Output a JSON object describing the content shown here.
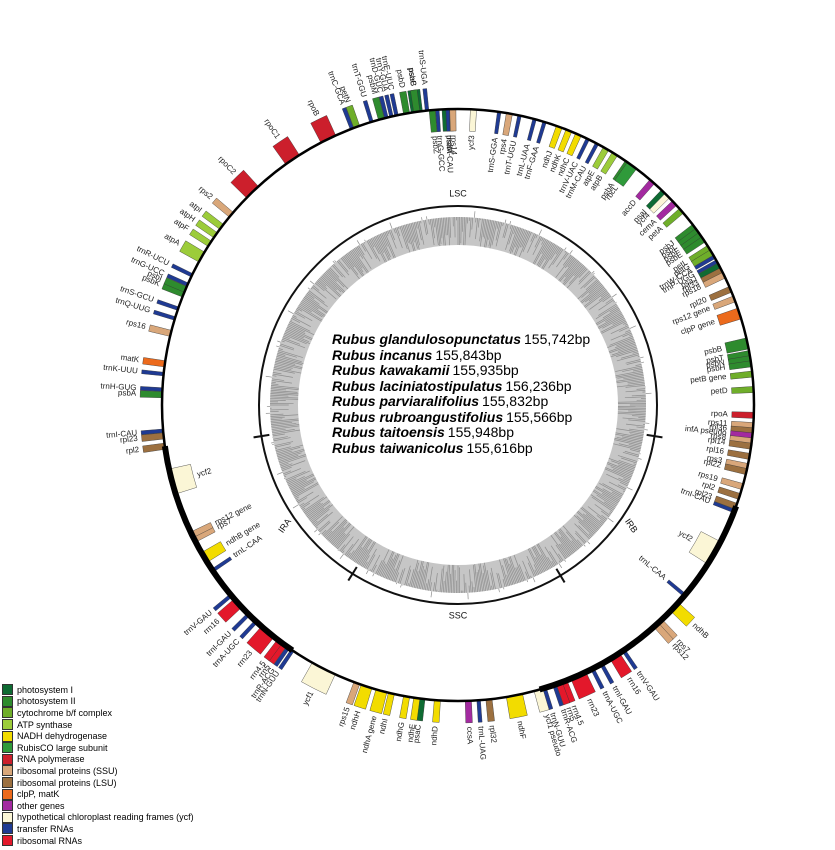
{
  "regions": {
    "lsc": "LSC",
    "ssc": "SSC",
    "ira": "IRA",
    "irb": "IRB"
  },
  "species": [
    {
      "name": "Rubus glandulosopunctatus",
      "size": "155,742bp"
    },
    {
      "name": "Rubus incanus",
      "size": "155,843bp"
    },
    {
      "name": "Rubus kawakamii",
      "size": "155,935bp"
    },
    {
      "name": "Rubus laciniatostipulatus",
      "size": "156,236bp"
    },
    {
      "name": "Rubus parviaralifolius",
      "size": "155,832bp"
    },
    {
      "name": "Rubus rubroangustifolius",
      "size": "155,566bp"
    },
    {
      "name": "Rubus taitoensis",
      "size": "155,948bp"
    },
    {
      "name": "Rubus taiwanicolus",
      "size": "155,616bp"
    }
  ],
  "legend": [
    {
      "label": "photosystem I",
      "color": "#0e6b33"
    },
    {
      "label": "photosystem II",
      "color": "#2e8b2e"
    },
    {
      "label": "cytochrome b/f complex",
      "color": "#6fae2a"
    },
    {
      "label": "ATP synthase",
      "color": "#9ccc3a"
    },
    {
      "label": "NADH dehydrogenase",
      "color": "#f2dc00"
    },
    {
      "label": "RubisCO large subunit",
      "color": "#2f9a3a"
    },
    {
      "label": "RNA polymerase",
      "color": "#cc1f2c"
    },
    {
      "label": "ribosomal proteins (SSU)",
      "color": "#d9a77a"
    },
    {
      "label": "ribosomal proteins (LSU)",
      "color": "#9c7040"
    },
    {
      "label": "clpP, matK",
      "color": "#ec6a1c"
    },
    {
      "label": "other genes",
      "color": "#a32aa0"
    },
    {
      "label": "hypothetical chloroplast reading frames (ycf)",
      "color": "#fbf6d6"
    },
    {
      "label": "transfer RNAs",
      "color": "#1f3a93"
    },
    {
      "label": "ribosomal RNAs",
      "color": "#e3182b"
    }
  ],
  "genes": [
    {
      "name": "psbA",
      "a": 35,
      "c": "#2e8b2e"
    },
    {
      "name": "psaB",
      "a": -8,
      "c": "#0e6b33"
    },
    {
      "name": "psaA",
      "a": -2,
      "c": "#0e6b33"
    },
    {
      "name": "ycf3",
      "a": 3,
      "c": "#fbf6d6"
    },
    {
      "name": "trnS-GGA",
      "a": 8,
      "c": "#1f3a93"
    },
    {
      "name": "rps4",
      "a": 10,
      "c": "#d9a77a"
    },
    {
      "name": "trnT-UGU",
      "a": 12,
      "c": "#1f3a93"
    },
    {
      "name": "trnL-UAA",
      "a": 15,
      "c": "#1f3a93"
    },
    {
      "name": "trnF-GAA",
      "a": 17,
      "c": "#1f3a93"
    },
    {
      "name": "ndhJ",
      "a": 20,
      "c": "#f2dc00"
    },
    {
      "name": "ndhK",
      "a": 22,
      "c": "#f2dc00"
    },
    {
      "name": "ndhC",
      "a": 24,
      "c": "#f2dc00"
    },
    {
      "name": "trnV-UAC",
      "a": 26,
      "c": "#1f3a93"
    },
    {
      "name": "trnM-CAU",
      "a": 28,
      "c": "#1f3a93"
    },
    {
      "name": "atpE",
      "a": 30,
      "c": "#9ccc3a"
    },
    {
      "name": "atpB",
      "a": 32,
      "c": "#9ccc3a"
    },
    {
      "name": "rbcL",
      "a": 36,
      "c": "#2f9a3a"
    },
    {
      "name": "accD",
      "a": 41,
      "c": "#a32aa0"
    },
    {
      "name": "psaI",
      "a": 44,
      "c": "#0e6b33"
    },
    {
      "name": "ycf4",
      "a": 45,
      "c": "#fbf6d6"
    },
    {
      "name": "cemA",
      "a": 47,
      "c": "#a32aa0"
    },
    {
      "name": "petA",
      "a": 49,
      "c": "#6fae2a"
    },
    {
      "name": "psbJ",
      "a": 53,
      "c": "#2e8b2e"
    },
    {
      "name": "psbL",
      "a": 54,
      "c": "#2e8b2e"
    },
    {
      "name": "psbF",
      "a": 55,
      "c": "#2e8b2e"
    },
    {
      "name": "psbE",
      "a": 56,
      "c": "#2e8b2e"
    },
    {
      "name": "petL",
      "a": 58,
      "c": "#6fae2a"
    },
    {
      "name": "petG",
      "a": 59,
      "c": "#6fae2a"
    },
    {
      "name": "trnW-CCA",
      "a": 60,
      "c": "#1f3a93"
    },
    {
      "name": "trnP-UGG",
      "a": 61,
      "c": "#1f3a93"
    },
    {
      "name": "psaJ",
      "a": 62,
      "c": "#0e6b33"
    },
    {
      "name": "rpl33",
      "a": 63,
      "c": "#9c7040"
    },
    {
      "name": "rps18",
      "a": 64,
      "c": "#d9a77a"
    },
    {
      "name": "rpl20",
      "a": 67,
      "c": "#9c7040"
    },
    {
      "name": "rps12 gene",
      "a": 69,
      "c": "#d9a77a"
    },
    {
      "name": "clpP gene",
      "a": 72,
      "c": "#ec6a1c"
    },
    {
      "name": "psbB",
      "a": 78,
      "c": "#2e8b2e"
    },
    {
      "name": "psbT",
      "a": 80,
      "c": "#2e8b2e"
    },
    {
      "name": "psbN",
      "a": 81,
      "c": "#2e8b2e"
    },
    {
      "name": "psbH",
      "a": 82,
      "c": "#2e8b2e"
    },
    {
      "name": "petB gene",
      "a": 84,
      "c": "#6fae2a"
    },
    {
      "name": "petD",
      "a": 87,
      "c": "#6fae2a"
    },
    {
      "name": "rpoA",
      "a": 92,
      "c": "#cc1f2c"
    },
    {
      "name": "rps11",
      "a": 94,
      "c": "#d9a77a"
    },
    {
      "name": "rpl36",
      "a": 95,
      "c": "#9c7040"
    },
    {
      "name": "infA pseudo",
      "a": 96,
      "c": "#a32aa0"
    },
    {
      "name": "rps8",
      "a": 97,
      "c": "#d9a77a"
    },
    {
      "name": "rpl14",
      "a": 98,
      "c": "#9c7040"
    },
    {
      "name": "rpl16",
      "a": 100,
      "c": "#9c7040"
    },
    {
      "name": "rps3",
      "a": 102,
      "c": "#d9a77a"
    },
    {
      "name": "rpl22",
      "a": 103,
      "c": "#9c7040"
    },
    {
      "name": "rps19",
      "a": 106,
      "c": "#d9a77a"
    },
    {
      "name": "rpl2",
      "a": 108,
      "c": "#9c7040"
    },
    {
      "name": "rpl23",
      "a": 110,
      "c": "#9c7040"
    },
    {
      "name": "trnI-CAU",
      "a": 111,
      "c": "#1f3a93"
    },
    {
      "name": "ycf2",
      "a": 120,
      "c": "#fbf6d6"
    },
    {
      "name": "trnL-CAA",
      "a": 130,
      "c": "#1f3a93"
    },
    {
      "name": "ndhB",
      "a": 133,
      "c": "#f2dc00"
    },
    {
      "name": "rps7",
      "a": 137,
      "c": "#d9a77a"
    },
    {
      "name": "rps12",
      "a": 138,
      "c": "#d9a77a"
    },
    {
      "name": "trnV-GAU",
      "a": 146,
      "c": "#1f3a93"
    },
    {
      "name": "rrn16",
      "a": 148,
      "c": "#e3182b"
    },
    {
      "name": "trnI-GAU",
      "a": 151,
      "c": "#1f3a93"
    },
    {
      "name": "trnA-UGC",
      "a": 153,
      "c": "#1f3a93"
    },
    {
      "name": "rrn23",
      "a": 156,
      "c": "#e3182b"
    },
    {
      "name": "rrn4.5",
      "a": 159,
      "c": "#e3182b"
    },
    {
      "name": "rrn5",
      "a": 160,
      "c": "#e3182b"
    },
    {
      "name": "trnR-ACG",
      "a": 161,
      "c": "#1f3a93"
    },
    {
      "name": "ycf1 pseudo",
      "a": 164,
      "c": "#fbf6d6"
    },
    {
      "name": "trnN-GUU",
      "a": 163,
      "c": "#1f3a93"
    },
    {
      "name": "ndhF",
      "a": 169,
      "c": "#f2dc00"
    },
    {
      "name": "rpl32",
      "a": 174,
      "c": "#9c7040"
    },
    {
      "name": "trnL-UAG",
      "a": 176,
      "c": "#1f3a93"
    },
    {
      "name": "ccsA",
      "a": 178,
      "c": "#a32aa0"
    },
    {
      "name": "ndhD",
      "a": 184,
      "c": "#f2dc00"
    },
    {
      "name": "psaC",
      "a": 187,
      "c": "#0e6b33"
    },
    {
      "name": "ndhE",
      "a": 188,
      "c": "#f2dc00"
    },
    {
      "name": "ndhG",
      "a": 190,
      "c": "#f2dc00"
    },
    {
      "name": "ndhI",
      "a": 193,
      "c": "#f2dc00"
    },
    {
      "name": "ndhA gene",
      "a": 195,
      "c": "#f2dc00"
    },
    {
      "name": "ndhH",
      "a": 198,
      "c": "#f2dc00"
    },
    {
      "name": "rps15",
      "a": 200,
      "c": "#d9a77a"
    },
    {
      "name": "ycf1",
      "a": 207,
      "c": "#fbf6d6"
    },
    {
      "name": "trnN-GUU",
      "a": 214,
      "c": "#1f3a93"
    },
    {
      "name": "trnR-ACG",
      "a": 215,
      "c": "#1f3a93"
    },
    {
      "name": "rrn5",
      "a": 216,
      "c": "#e3182b"
    },
    {
      "name": "rrn4.5",
      "a": 217,
      "c": "#e3182b"
    },
    {
      "name": "rrn23",
      "a": 220,
      "c": "#e3182b"
    },
    {
      "name": "trnA-UGC",
      "a": 223,
      "c": "#1f3a93"
    },
    {
      "name": "trnI-GAU",
      "a": 225,
      "c": "#1f3a93"
    },
    {
      "name": "rrn16",
      "a": 228,
      "c": "#e3182b"
    },
    {
      "name": "trnV-GAU",
      "a": 230,
      "c": "#1f3a93"
    },
    {
      "name": "trnL-CAA",
      "a": 236,
      "c": "#1f3a93"
    },
    {
      "name": "ndhB gene",
      "a": 239,
      "c": "#f2dc00"
    },
    {
      "name": "rps7",
      "a": 243,
      "c": "#d9a77a"
    },
    {
      "name": "rps12 gene",
      "a": 244,
      "c": "#d9a77a"
    },
    {
      "name": "ycf2",
      "a": 255,
      "c": "#fbf6d6"
    },
    {
      "name": "rpl2",
      "a": 262,
      "c": "#9c7040"
    },
    {
      "name": "rpl23",
      "a": 264,
      "c": "#9c7040"
    },
    {
      "name": "trnI-CAU",
      "a": 265,
      "c": "#1f3a93"
    },
    {
      "name": "psbA",
      "a": 272,
      "c": "#2e8b2e"
    },
    {
      "name": "trnH-GUG",
      "a": 273,
      "c": "#1f3a93"
    },
    {
      "name": "trnK-UUU",
      "a": 276,
      "c": "#1f3a93"
    },
    {
      "name": "matK",
      "a": 278,
      "c": "#ec6a1c"
    },
    {
      "name": "rps16",
      "a": 284,
      "c": "#d9a77a"
    },
    {
      "name": "trnQ-UUG",
      "a": 287,
      "c": "#1f3a93"
    },
    {
      "name": "trnS-GCU",
      "a": 289,
      "c": "#1f3a93"
    },
    {
      "name": "psbK",
      "a": 292,
      "c": "#2e8b2e"
    },
    {
      "name": "psbI",
      "a": 293,
      "c": "#2e8b2e"
    },
    {
      "name": "trnG-UCC",
      "a": 294,
      "c": "#1f3a93"
    },
    {
      "name": "trnR-UCU",
      "a": 296,
      "c": "#1f3a93"
    },
    {
      "name": "atpA",
      "a": 300,
      "c": "#9ccc3a"
    },
    {
      "name": "atpF",
      "a": 303,
      "c": "#9ccc3a"
    },
    {
      "name": "atpH",
      "a": 305,
      "c": "#9ccc3a"
    },
    {
      "name": "atpI",
      "a": 307,
      "c": "#9ccc3a"
    },
    {
      "name": "rps2",
      "a": 310,
      "c": "#d9a77a"
    },
    {
      "name": "rpoC2",
      "a": 316,
      "c": "#cc1f2c"
    },
    {
      "name": "rpoC1",
      "a": 326,
      "c": "#cc1f2c"
    },
    {
      "name": "rpoB",
      "a": 334,
      "c": "#cc1f2c"
    },
    {
      "name": "trnC-GCA",
      "a": 339,
      "c": "#1f3a93"
    },
    {
      "name": "petN",
      "a": 340,
      "c": "#6fae2a"
    },
    {
      "name": "psbM",
      "a": 345,
      "c": "#2e8b2e"
    },
    {
      "name": "trnD-GUC",
      "a": 346,
      "c": "#1f3a93"
    },
    {
      "name": "trnY-GUA",
      "a": 347,
      "c": "#1f3a93"
    },
    {
      "name": "trnE-UUC",
      "a": 348,
      "c": "#1f3a93"
    },
    {
      "name": "trnT-GGU",
      "a": 343,
      "c": "#1f3a93"
    },
    {
      "name": "psbD",
      "a": 350,
      "c": "#2e8b2e"
    },
    {
      "name": "psbC",
      "a": 352,
      "c": "#2e8b2e"
    },
    {
      "name": "trnS-UGA",
      "a": 354,
      "c": "#1f3a93"
    },
    {
      "name": "psbZ",
      "a": 355,
      "c": "#2e8b2e"
    },
    {
      "name": "trnG-GCC",
      "a": 356,
      "c": "#1f3a93"
    },
    {
      "name": "trnfM-CAU",
      "a": 358,
      "c": "#1f3a93"
    },
    {
      "name": "rps14",
      "a": 359,
      "c": "#d9a77a"
    }
  ]
}
